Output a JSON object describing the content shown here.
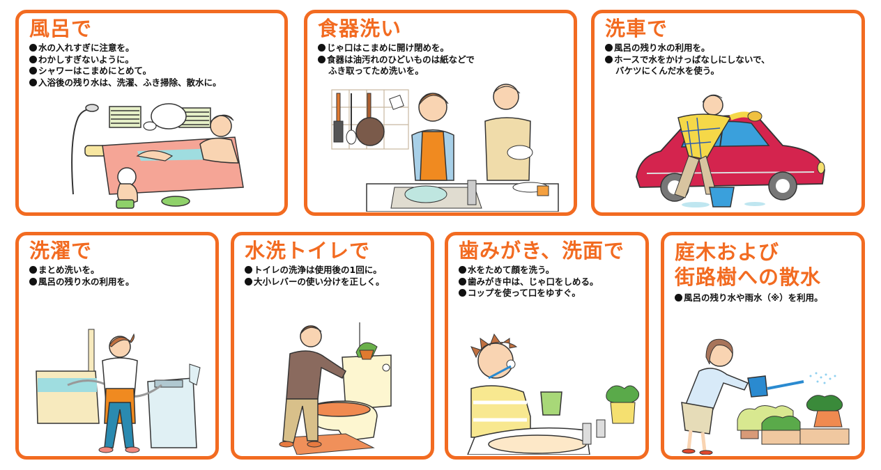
{
  "colors": {
    "accent": "#F26B21",
    "text": "#111111",
    "background": "#FFFFFF"
  },
  "cards": [
    {
      "id": "bath",
      "title": "風呂で",
      "tips": [
        "水の入れすぎに注意を。",
        "わかしすぎないように。",
        "シャワーはこまめにとめて。",
        "入浴後の残り水は、洗濯、ふき掃除、散水に。"
      ],
      "illustration": "man-and-child-in-bathtub"
    },
    {
      "id": "dishwashing",
      "title": "食器洗い",
      "tips": [
        "じゃ口はこまめに開け閉めを。",
        "食器は油汚れのひどいものは紙などで",
        "ふき取ってため洗いを。"
      ],
      "illustration": "couple-washing-dishes-in-kitchen"
    },
    {
      "id": "carwash",
      "title": "洗車で",
      "tips": [
        "風呂の残り水の利用を。",
        "ホースで水をかけっぱなしにしないで、",
        "バケツにくんだ水を使う。"
      ],
      "illustration": "man-washing-red-car-with-bucket"
    },
    {
      "id": "laundry",
      "title": "洗濯で",
      "tips": [
        "まとめ洗いを。",
        "風呂の残り水の利用を。"
      ],
      "illustration": "woman-pumping-bathwater-to-washing-machine"
    },
    {
      "id": "toilet",
      "title": "水洗トイレで",
      "tips": [
        "トイレの洗浄は使用後の1回に。",
        "大小レバーの使い分けを正しく。"
      ],
      "illustration": "man-using-toilet-lever"
    },
    {
      "id": "brushing",
      "title": "歯みがき、洗面で",
      "tips": [
        "水をためて顔を洗う。",
        "歯みがき中は、じゃ口をしめる。",
        "コップを使って口をゆすぐ。"
      ],
      "illustration": "boy-brushing-teeth-with-cup"
    },
    {
      "id": "garden",
      "title_line1": "庭木および",
      "title_line2": "街路樹への散水",
      "tips": [
        "風呂の残り水や雨水（※）を利用。"
      ],
      "illustration": "woman-watering-plants-with-can"
    }
  ]
}
